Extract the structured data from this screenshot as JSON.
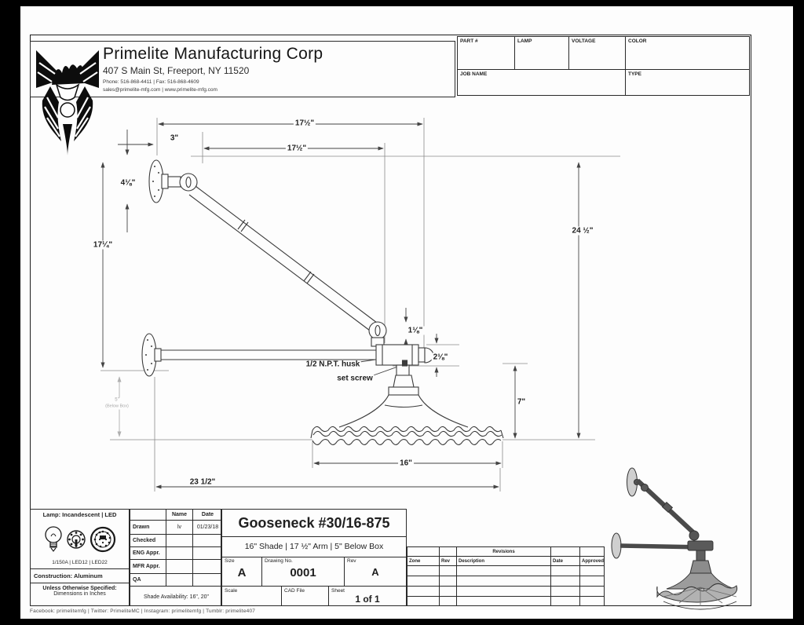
{
  "colors": {
    "ink": "#1f1f1f",
    "line": "#3c3c3c",
    "dim_line": "#555555",
    "faint_gray": "#a8a8a8"
  },
  "header": {
    "company": "Primelite Manufacturing Corp",
    "address": "407 S Main St, Freeport, NY 11520",
    "phone": "Phone: 516-868-4411 | Fax: 516-868-4609",
    "contact": "sales@primelite-mfg.com | www.primelite-mfg.com"
  },
  "order_table": {
    "part": "PART #",
    "lamp": "LAMP",
    "voltage": "VOLTAGE",
    "color": "COLOR",
    "job": "JOB NAME",
    "type": "TYPE"
  },
  "drawing": {
    "dim_arm_top": "17½\"",
    "dim_3": "3\"",
    "dim_arm_mid": "17½\"",
    "dim_flange": "4⅛\"",
    "dim_wall": "17¼\"",
    "dim_height": "24 ½\"",
    "dim_husk_top": "1⅛\"",
    "dim_husk": "2⅛\"",
    "dim_shade_h": "7\"",
    "dim_shade_w": "16\"",
    "dim_overall_w": "23 1/2\"",
    "below_box_value": "5\"",
    "below_box_note": "(Below Box)",
    "note_husk": "1/2 N.P.T. husk",
    "note_set_screw": "set screw"
  },
  "lamp_block": {
    "title": "Lamp: Incandescent | LED",
    "models": "1/150A | LED12 | LED22",
    "construction": "Construction: Aluminum",
    "spec_line1": "Unless Otherwise Specified:",
    "spec_line2": "Dimensions in Inches"
  },
  "approvals": {
    "name_header": "Name",
    "date_header": "Date",
    "rows": [
      {
        "label": "Drawn",
        "name": "lv",
        "date": "01/23/18"
      },
      {
        "label": "Checked",
        "name": "",
        "date": ""
      },
      {
        "label": "ENG Appr.",
        "name": "",
        "date": ""
      },
      {
        "label": "MFR Appr.",
        "name": "",
        "date": ""
      },
      {
        "label": "QA",
        "name": "",
        "date": ""
      }
    ],
    "shade_availability": "Shade Availability: 16\", 20\""
  },
  "title_block": {
    "title": "Gooseneck #30/16-875",
    "subtitle": "16\" Shade | 17 ½\" Arm | 5\" Below Box",
    "size_label": "Size",
    "size_value": "A",
    "drawing_no_label": "Drawing No.",
    "drawing_no_value": "0001",
    "rev_label": "Rev",
    "rev_value": "A",
    "scale_label": "Scale",
    "cad_label": "CAD File",
    "sheet_label": "Sheet",
    "sheet_value": "1 of 1"
  },
  "revisions": {
    "title": "Revisions",
    "col_zone": "Zone",
    "col_rev": "Rev",
    "col_description": "Description",
    "col_date": "Date",
    "col_approved": "Approved"
  },
  "footer": "Facebook: primelitemfg | Twitter: PrimeliteMC | Instagram: primelitemfg | Tumblr: primelite407"
}
